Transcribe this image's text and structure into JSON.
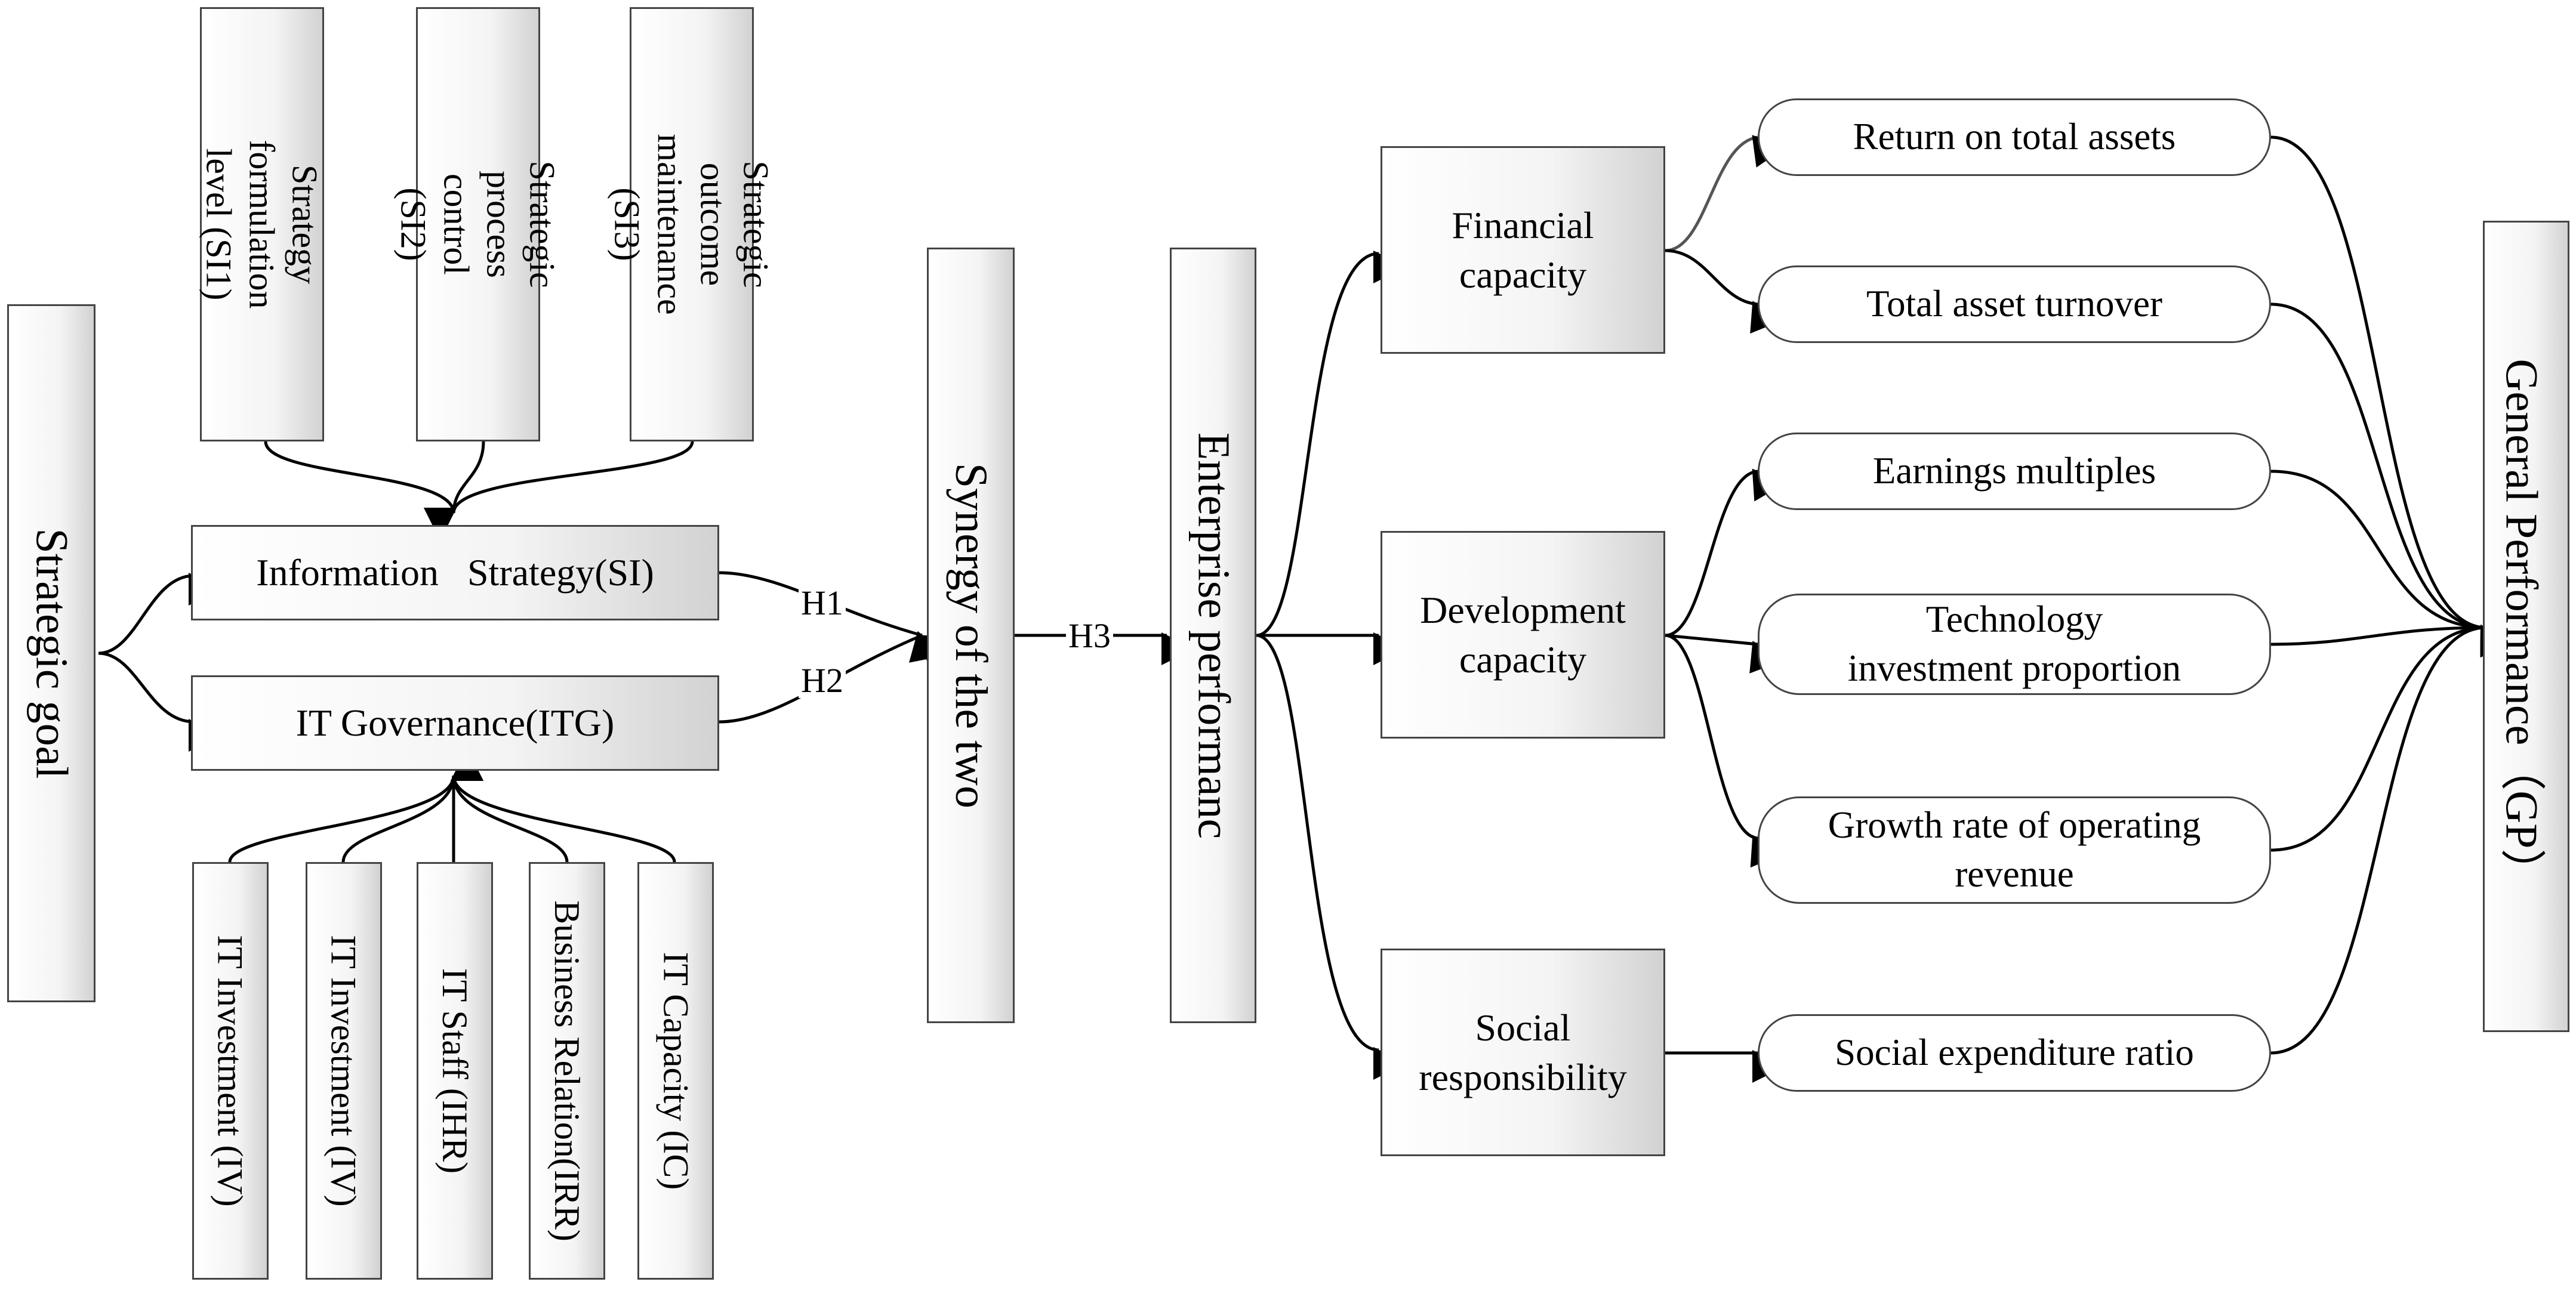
{
  "nodes": {
    "strategic_goal": "Strategic goal",
    "si1": "Strategy formulation level (SI1)",
    "si2": "Strategic process control (SI2)",
    "si3": "Strategic outcome maintenance (SI3)",
    "info_strategy": "Information   Strategy(SI)",
    "it_governance": "IT Governance(ITG)",
    "iv1": "IT Investment (IV)",
    "iv2": "IT Investment (IV)",
    "ihr": "IT Staff (IHR)",
    "irr": "Business Relation(IRR)",
    "ic": "IT Capacity (IC)",
    "synergy": "Synergy of the two",
    "enterprise": "Enterprise performanc",
    "financial": "Financial capacity",
    "development": "Development capacity",
    "social": "Social responsibility",
    "roa": "Return on total assets",
    "turnover": "Total asset turnover",
    "earnings": "Earnings multiples",
    "tech_invest": "Technology investment proportion",
    "growth": "Growth rate of operating revenue",
    "social_exp": "Social expenditure ratio",
    "general": "General Performance（GP）"
  },
  "edge_labels": {
    "h1": "H1",
    "h2": "H2",
    "h3": "H3"
  }
}
